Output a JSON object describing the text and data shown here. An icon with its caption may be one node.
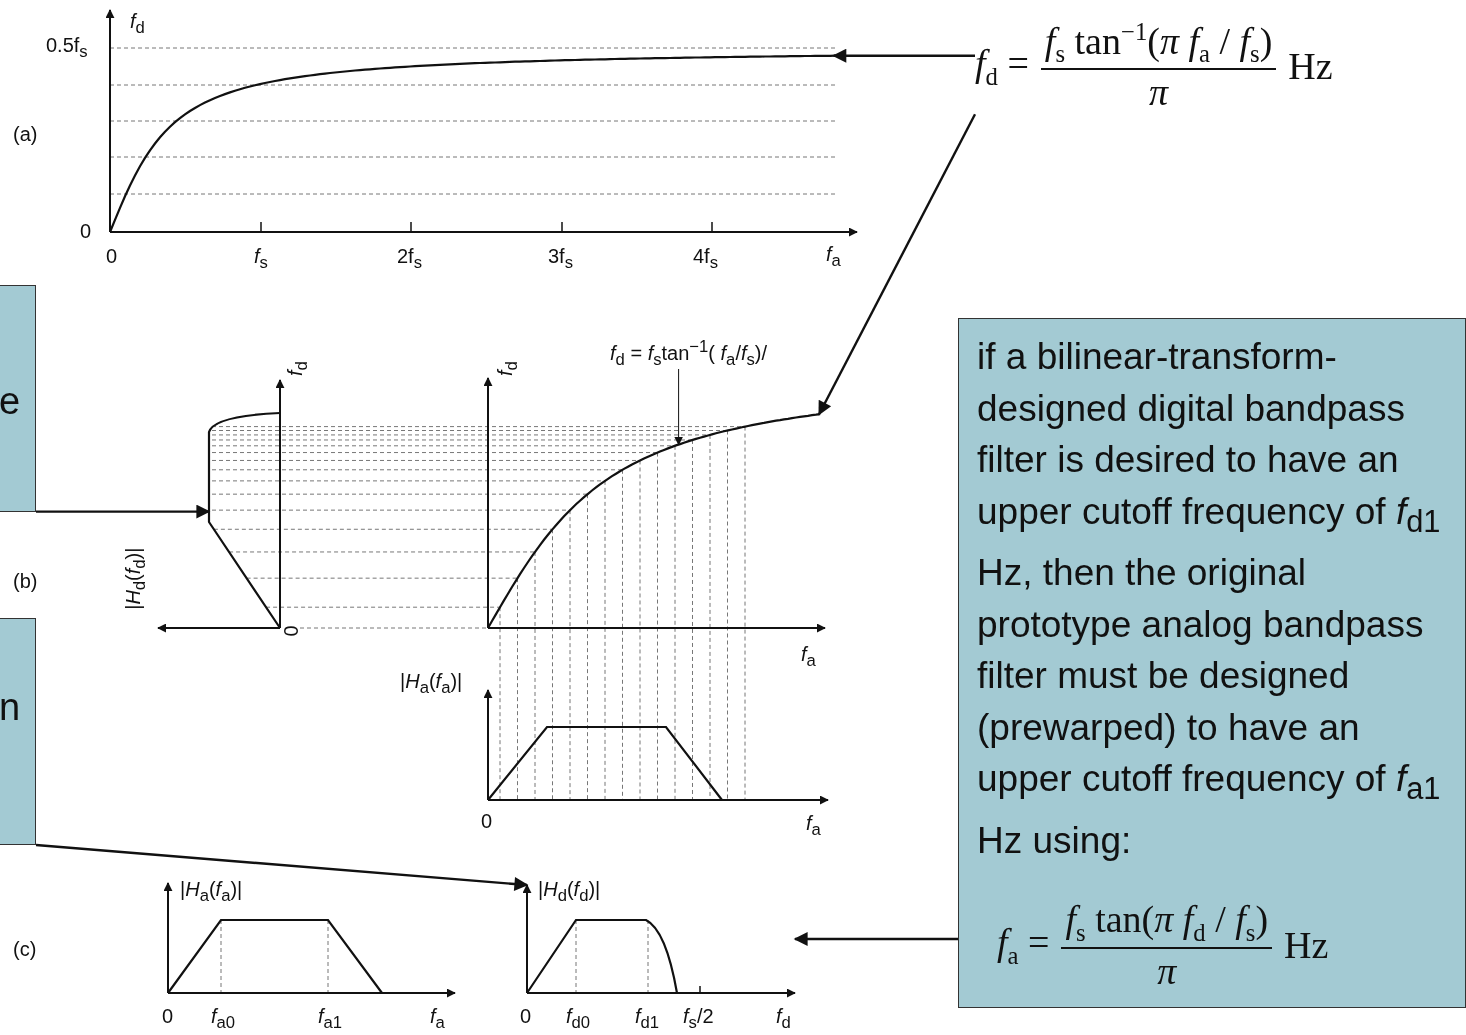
{
  "diagram": {
    "nodes": [
      {
        "text": [
          "*f*$_{d}$ =",
          "*f*$_{s}$ tan$^{−1}$(*π f*$_{a}$ / *f*$_{s}$)",
          "*π*",
          "Hz"
        ]
      },
      {
        "text": [],
        "shape": "line"
      },
      {
        "text": [
          "e"
        ]
      },
      {
        "text": [],
        "shape": "line"
      },
      {
        "text": [
          "*f*$_{d}$ = *f*$_{s}$tan$^{−1}$( *f*$_{a}$/*f*$_{s}$)/"
        ]
      },
      {
        "text": [],
        "shape": "line"
      },
      {
        "text": [
          "n"
        ]
      },
      {
        "text": [
          "if a bilinear-transform-designed digital bandpass filter is desired to have an upper cutoff frequency of *f*$_{d1}$ Hz, then the original prototype analog bandpass filter must be designed (prewarped) to have an upper cutoff frequency of *f*$_{a1}$ Hz using:",
          "*f*$_{a}$ =",
          "*f*$_{s}$ tan(*π f*$_{d}$ / *f*$_{s}$)",
          "*π*",
          "Hz"
        ]
      },
      {
        "text": [],
        "shape": "picture"
      }
    ],
    "edges": [
      {
        "from": 0,
        "to": 1,
        "arrow": "to"
      },
      {
        "from": 0,
        "to": 5,
        "arrow": "to"
      },
      {
        "from": 2,
        "to": 3,
        "arrow": "to"
      },
      {
        "from": 4,
        "to": 5,
        "arrow": "to"
      },
      {
        "from": 6,
        "to": 8,
        "arrow": "to"
      },
      {
        "from": 7,
        "to": 8,
        "arrow": "to"
      }
    ],
    "labels": [
      "*f*$_{d}$",
      "0.5f$_{s}$",
      "(a)",
      "0",
      "0",
      "*f*$_{s}$",
      "2f$_{s}$",
      "3f$_{s}$",
      "4f$_{s}$",
      "*f*$_{a}$",
      "*f*$_{d}$",
      "*f*$_{d}$",
      "(b)",
      "|*H*$_{d}$(*f*$_{d}$)|",
      "0",
      "*f*$_{a}$",
      "|*H*$_{a}$(*f*$_{a}$)|",
      "0",
      "*f*$_{a}$",
      "|*H*$_{a}$(*f*$_{a}$)|",
      "|*H*$_{d}$(*f*$_{d}$)|",
      "(c)",
      "0",
      "*f*$_{a0}$",
      "*f*$_{a1}$",
      "*f*$_{a}$",
      "0",
      "*f*$_{d0}$",
      "*f*$_{d1}$",
      "*f*$_{s}$/2",
      "*f*$_{d}$"
    ]
  }
}
